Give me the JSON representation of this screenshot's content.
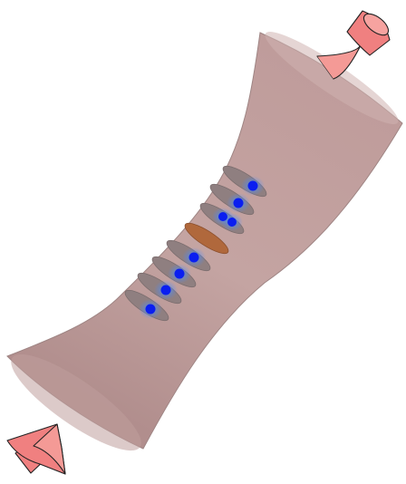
{
  "diagram": {
    "beam": {
      "color": "#bc9a98",
      "shape": "hourglass-waist"
    },
    "arrows": [
      {
        "name": "laser-arrow-top-right",
        "color": "#f08080",
        "direction": "pointing-into-beam"
      },
      {
        "name": "laser-arrow-bottom-left",
        "color": "#f08080",
        "direction": "pointing-into-beam"
      }
    ],
    "lattice_sites": [
      {
        "name": "lattice-site-1",
        "atoms": 1,
        "highlighted": false
      },
      {
        "name": "lattice-site-2",
        "atoms": 1,
        "highlighted": false
      },
      {
        "name": "lattice-site-3",
        "atoms": 2,
        "highlighted": false
      },
      {
        "name": "lattice-site-4",
        "atoms": 0,
        "highlighted": true
      },
      {
        "name": "lattice-site-5",
        "atoms": 1,
        "highlighted": false
      },
      {
        "name": "lattice-site-6",
        "atoms": 1,
        "highlighted": false
      },
      {
        "name": "lattice-site-7",
        "atoms": 1,
        "highlighted": false
      },
      {
        "name": "lattice-site-8",
        "atoms": 1,
        "highlighted": false
      }
    ],
    "colors": {
      "atom": "#0a1ef0",
      "atom_glow": "#4a8cff",
      "site_disc": "#8f7f80",
      "highlighted_site": "#b0683c"
    }
  }
}
